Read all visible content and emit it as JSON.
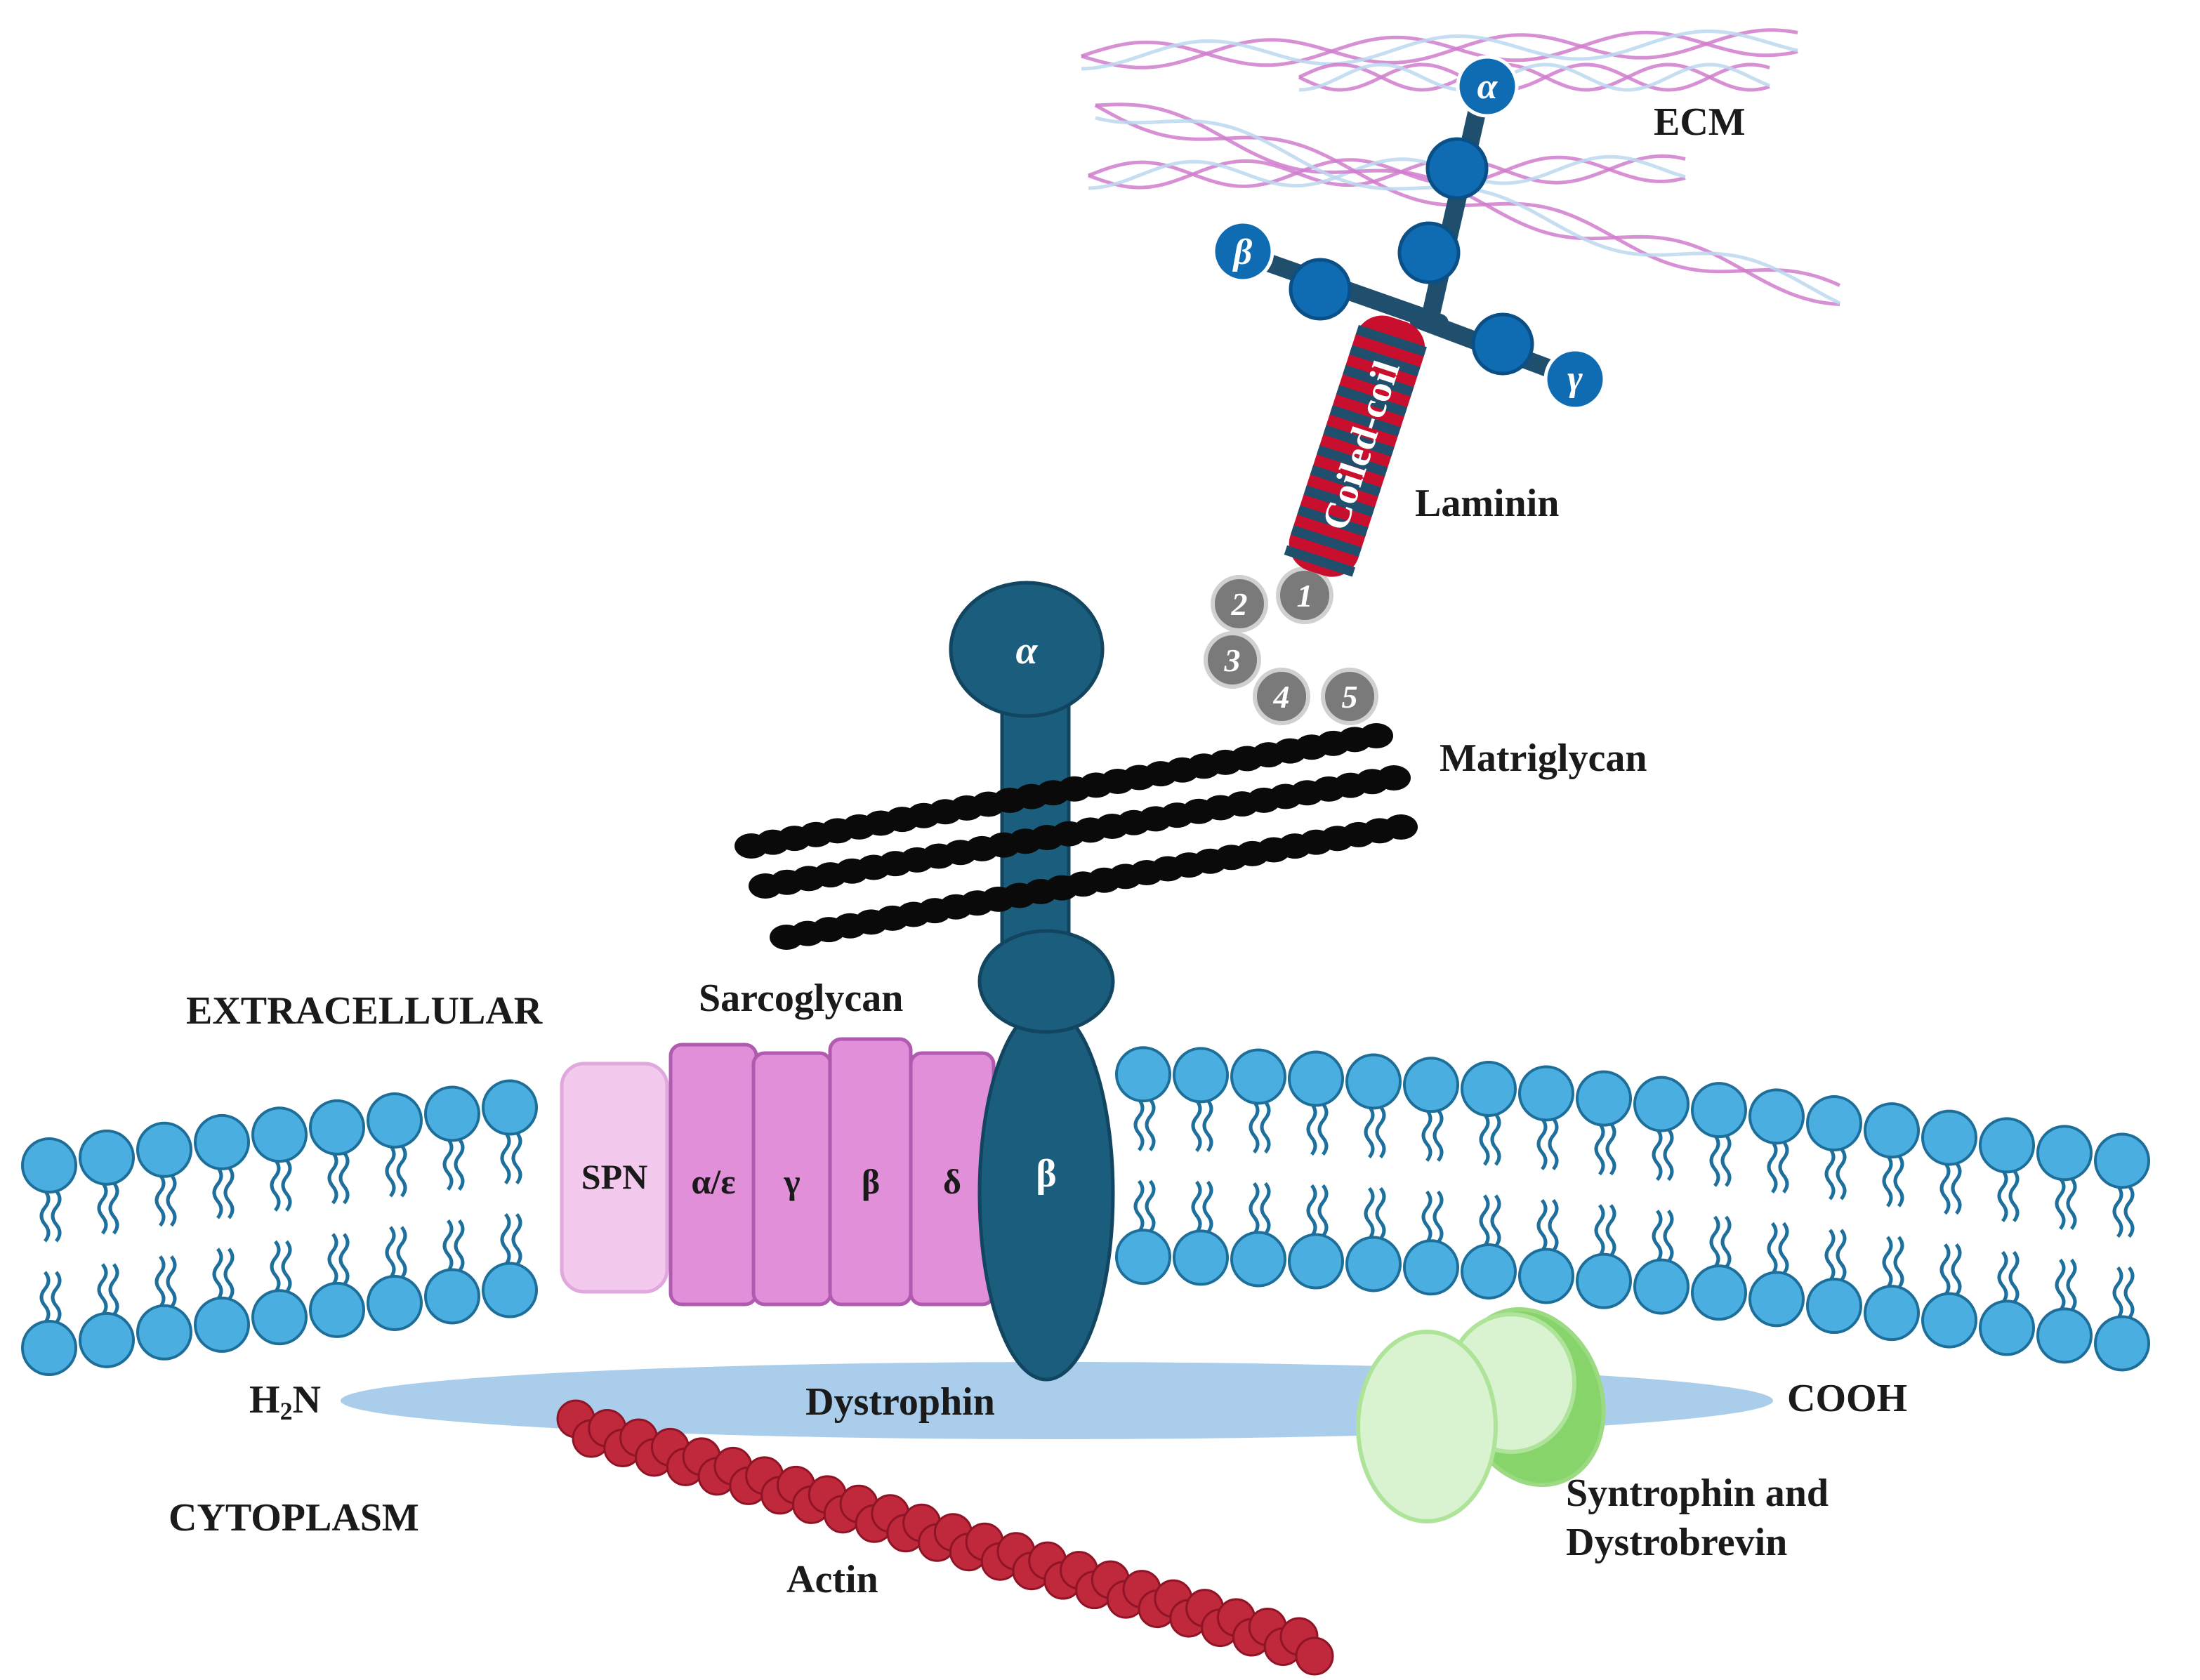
{
  "labels": {
    "ecm": "ECM",
    "laminin": "Laminin",
    "coiled_coil": "Coiled-coil",
    "laminin_alpha": "α",
    "laminin_beta": "β",
    "laminin_gamma": "γ",
    "matriglycan": "Matriglycan",
    "extracellular": "EXTRACELLULAR",
    "sarcoglycan": "Sarcoglycan",
    "spn": "SPN",
    "sg_alpha_epsilon": "α/ε",
    "sg_gamma": "γ",
    "sg_beta": "β",
    "sg_delta": "δ",
    "dg_alpha": "α",
    "dg_beta": "β",
    "h2n_main": "H",
    "h2n_sub": "2",
    "h2n_end": "N",
    "dystrophin": "Dystrophin",
    "cooh": "COOH",
    "cytoplasm": "CYTOPLASM",
    "actin": "Actin",
    "syntrophin_line1": "Syntrophin and",
    "syntrophin_line2": "Dystrobrevin"
  },
  "lg_domains": [
    "1",
    "2",
    "3",
    "4",
    "5"
  ],
  "colors": {
    "lipid_head": "#4aaee0",
    "lipid_stroke": "#1d6e99",
    "lipid_tail": "#1e6f9c",
    "dystroglycan": "#1b5d7c",
    "laminin_ball": "#0f6cb3",
    "laminin_rod": "#1f4f6c",
    "coil_red": "#c8102e",
    "sarcoglycan": "#e08fd8",
    "sarcoglycan_stroke": "#b05ab0",
    "spn": "#f4c9ee",
    "dystrophin": "#a9cdeb",
    "actin": "#c0283c",
    "syntrophin_light": "#d9f2cf",
    "syntrophin_dark": "#86d46a",
    "ecm_pink": "#d07ccd",
    "ecm_pale": "#bcd8ee",
    "matriglycan": "#0a0a0a",
    "lg_gray": "#7a7a7a"
  }
}
